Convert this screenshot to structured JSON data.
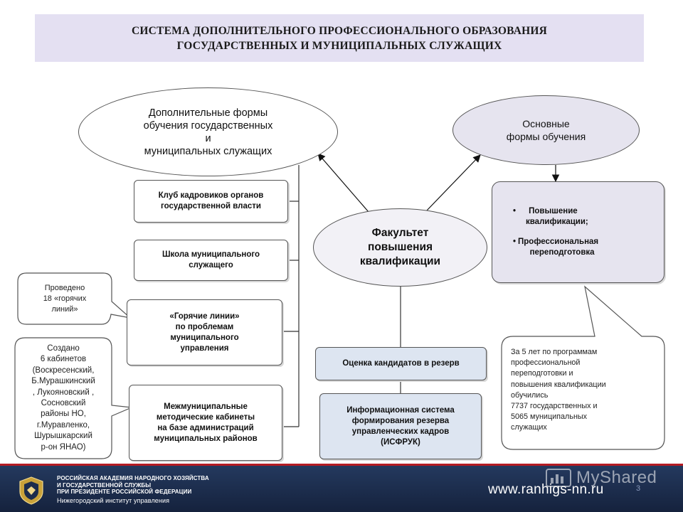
{
  "title": {
    "line1": "СИСТЕМА ДОПОЛНИТЕЛЬНОГО ПРОФЕССИОНАЛЬНОГО ОБРАЗОВАНИЯ",
    "line2": "ГОСУДАРСТВЕННЫХ И МУНИЦИПАЛЬНЫХ СЛУЖАЩИХ"
  },
  "nodes": {
    "additional_forms": [
      "Дополнительные формы",
      "обучения государственных",
      "и",
      "муниципальных служащих"
    ],
    "main_forms": [
      "Основные",
      "формы обучения"
    ],
    "faculty": [
      "Факультет",
      "повышения",
      "квалификации"
    ],
    "club": [
      "Клуб кадровиков органов",
      "государственной власти"
    ],
    "school": [
      "Школа муниципального",
      "служащего"
    ],
    "hot_lines": [
      "«Горячие линии»",
      "по проблемам",
      "муниципального",
      "управления"
    ],
    "intermunicipal": [
      "Межмуниципальные",
      "методические кабинеты",
      "на базе администраций",
      "муниципальных районов"
    ],
    "reserve_eval": "Оценка кандидатов в резерв",
    "info_system": [
      "Информационная система",
      "формирования резерва",
      "управленческих кадров",
      "(ИСФРУК)"
    ],
    "forms_list": {
      "bullet": "•",
      "item1": [
        "Повышение",
        "квалификации;"
      ],
      "item2": [
        "Профессиональная",
        "переподготовка"
      ]
    }
  },
  "callouts": {
    "hot_lines_count": [
      "Проведено",
      "18 «горячих",
      "линий»"
    ],
    "cabinets": [
      "Создано",
      "6 кабинетов",
      "(Воскресенский,",
      "Б.Мурашкинский",
      ", Лукояновский ,",
      "Сосновский",
      "районы НО,",
      "г.Муравленко,",
      "Шурышкарский",
      "р-он ЯНАО)"
    ],
    "trained": [
      "За 5 лет по программам",
      "профессиональной",
      "переподготовки и",
      "повышения квалификации",
      "обучились",
      "7737 государственных и",
      "5065 муниципальных",
      "служащих"
    ]
  },
  "footer": {
    "org_line1": "РОССИЙСКАЯ АКАДЕМИЯ НАРОДНОГО ХОЗЯЙСТВА",
    "org_line2": "И ГОСУДАРСТВЕННОЙ СЛУЖБЫ",
    "org_line3": "ПРИ ПРЕЗИДЕНТЕ РОССИЙСКОЙ ФЕДЕРАЦИИ",
    "org_line4": "Нижегородский институт управления",
    "url": "www.ranhigs-nn.ru",
    "page": "3"
  },
  "watermark": "MyShared",
  "colors": {
    "title_band": "#e4e0f2",
    "lavender": "#e6e4ef",
    "light_blue": "#dde5f1",
    "footer_navy": "#1c2c4c",
    "footer_red": "#b51b23"
  }
}
